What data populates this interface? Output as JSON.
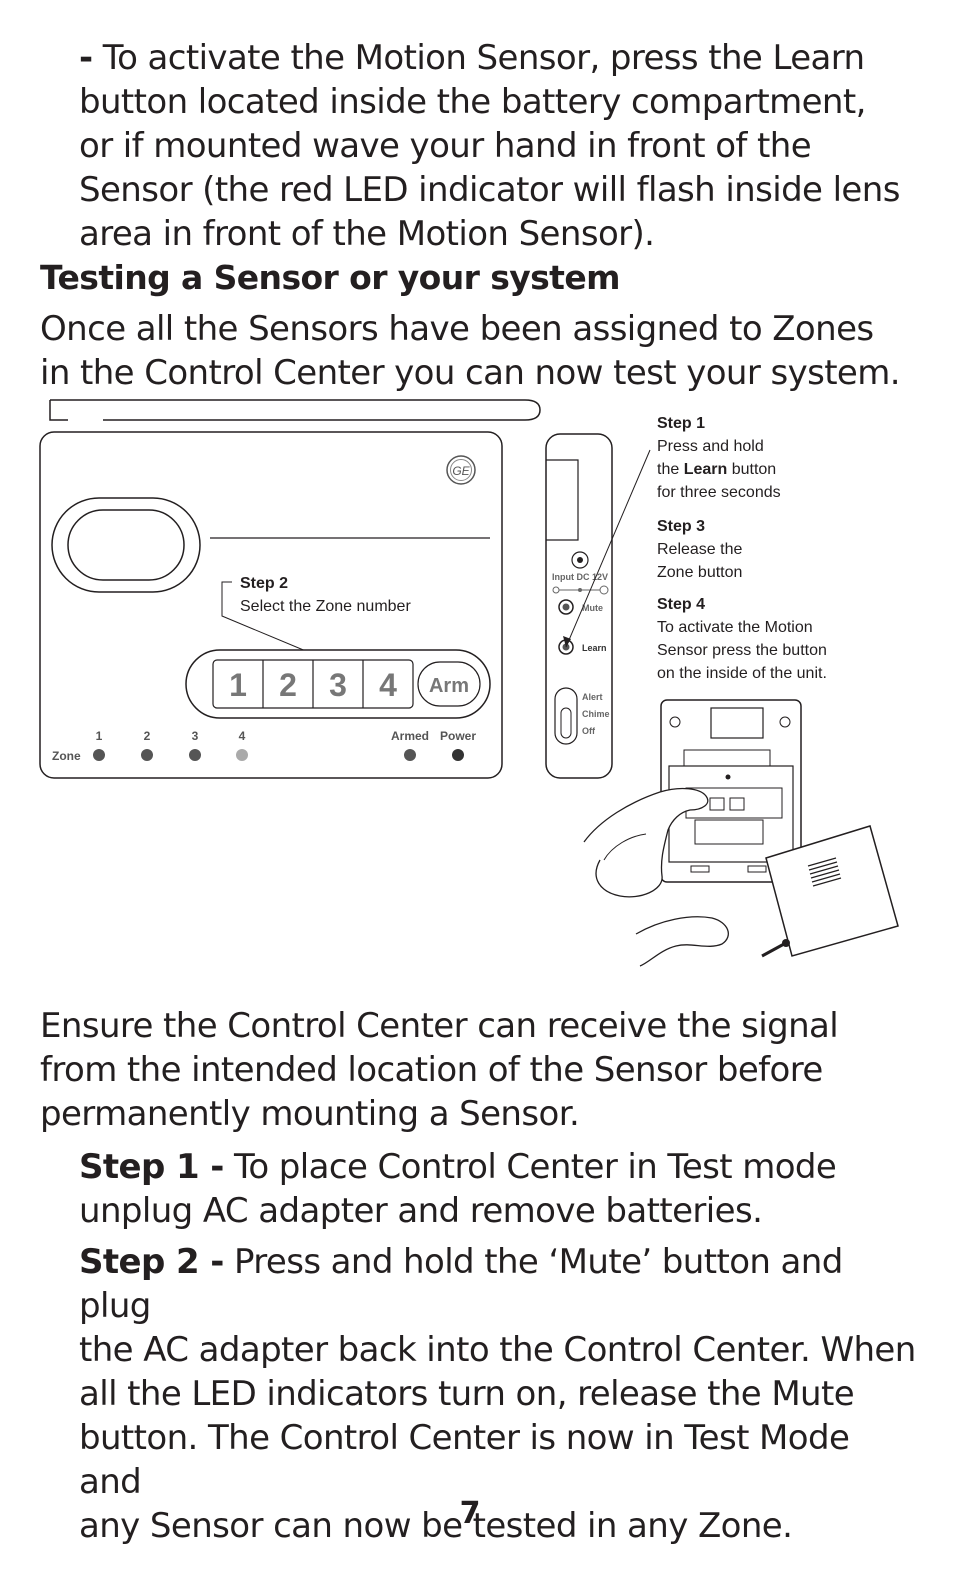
{
  "intro": {
    "dash": "-",
    "lines": [
      " To activate the Motion Sensor, press the Learn",
      "button located inside the battery compartment,",
      "or if mounted wave your hand in front of the",
      "Sensor (the red LED indicator will flash inside lens",
      "area in front of the Motion Sensor)."
    ]
  },
  "testing_heading": "Testing a Sensor or your system",
  "testing_para": [
    "Once all the Sensors have been assigned to Zones",
    "in the Control Center you can now test your system."
  ],
  "diagram": {
    "step1": {
      "title": "Step 1",
      "lines": [
        "Press and hold",
        "the ",
        "Learn",
        " button",
        "for three seconds"
      ]
    },
    "step2": {
      "title": "Step 2",
      "text": "Select the Zone number"
    },
    "step3": {
      "title": "Step 3",
      "lines": [
        "Release the",
        "Zone button"
      ]
    },
    "step4": {
      "title": "Step 4",
      "lines": [
        "To activate the Motion",
        "Sensor press the button",
        "on the inside of the unit."
      ]
    },
    "zone_buttons": [
      "1",
      "2",
      "3",
      "4"
    ],
    "arm_button": "Arm",
    "led_numbers": [
      "1",
      "2",
      "3",
      "4"
    ],
    "zone_label": "Zone",
    "armed_label": "Armed",
    "power_label": "Power",
    "logo": "GE",
    "side_labels": {
      "input": "Input DC 12V",
      "mute": "Mute",
      "learn": "Learn",
      "alert": "Alert",
      "chime": "Chime",
      "off": "Off"
    }
  },
  "ensure_para": [
    "Ensure the Control Center can receive the signal",
    "from the intended location of the Sensor before",
    "permanently mounting a Sensor."
  ],
  "step1_text": {
    "label": "Step 1 -",
    "lines": [
      " To place Control Center in Test mode",
      "unplug AC adapter and remove batteries."
    ]
  },
  "step2_text": {
    "label": "Step 2 -",
    "lines": [
      " Press and hold the ‘Mute’ button and plug",
      "the AC adapter back into the Control Center. When",
      "all the LED indicators turn on, release the Mute",
      "button. The Control Center is now in Test Mode and",
      "any Sensor can now be tested in any Zone."
    ]
  },
  "page_number": "7"
}
